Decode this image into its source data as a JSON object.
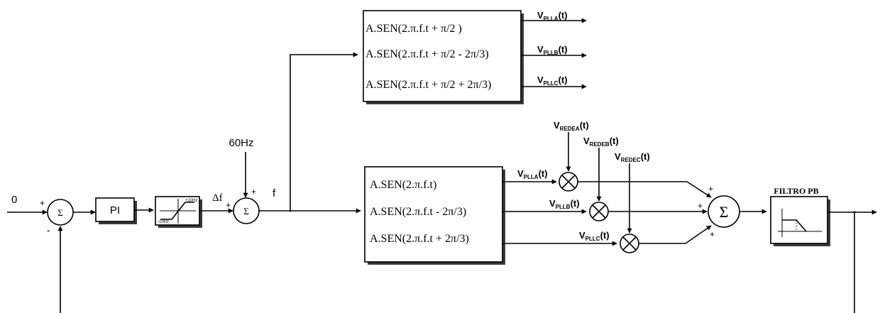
{
  "inputs": {
    "reference": "0",
    "freq_nominal": "60Hz"
  },
  "signs": {
    "plus": "+",
    "minus": "-"
  },
  "blocks": {
    "sum_symbol": "Σ",
    "pi_label": "PI",
    "limiter_upper": "+10Hz",
    "limiter_lower": "-10Hz",
    "filter_title": "FILTRO PB"
  },
  "signals": {
    "delta_f": "Δf",
    "f": "f"
  },
  "generator_top": [
    {
      "expr": "A.SEN(2.π.f.t + π/2 )",
      "out_main": "V",
      "out_sub": "PLLA",
      "out_tail": "(t)"
    },
    {
      "expr": "A.SEN(2.π.f.t + π/2 - 2π/3)",
      "out_main": "V",
      "out_sub": "PLLB",
      "out_tail": "(t)"
    },
    {
      "expr": "A.SEN(2.π.f.t + π/2 + 2π/3)",
      "out_main": "V",
      "out_sub": "PLLC",
      "out_tail": "(t)"
    }
  ],
  "generator_bottom": [
    {
      "expr": "A.SEN(2.π.f.t)",
      "out_main": "V",
      "out_sub": "PLLA",
      "out_tail": "(t)"
    },
    {
      "expr": "A.SEN(2.π.f.t - 2π/3)",
      "out_main": "V",
      "out_sub": "PLLB",
      "out_tail": "(t)"
    },
    {
      "expr": "A.SEN(2.π.f.t + 2π/3)",
      "out_main": "V",
      "out_sub": "PLLC",
      "out_tail": "(t)"
    }
  ],
  "grid_inputs": [
    {
      "main": "V",
      "sub": "REDEA",
      "tail": "(t)"
    },
    {
      "main": "V",
      "sub": "REDEB",
      "tail": "(t)"
    },
    {
      "main": "V",
      "sub": "REDEC",
      "tail": "(t)"
    }
  ]
}
